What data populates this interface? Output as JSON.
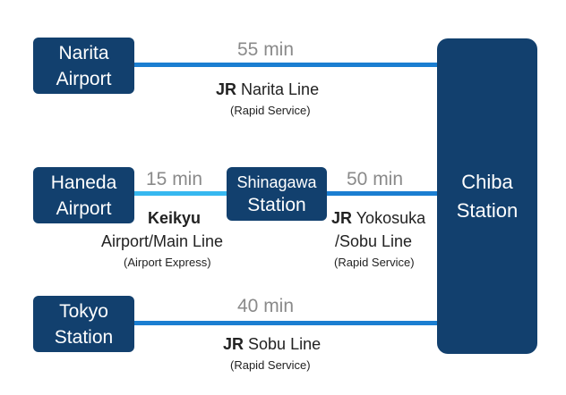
{
  "stations": {
    "narita": {
      "line1": "Narita",
      "line2": "Airport"
    },
    "haneda": {
      "line1": "Haneda",
      "line2": "Airport"
    },
    "tokyo": {
      "line1": "Tokyo",
      "line2": "Station"
    },
    "shinagawa": {
      "line1": "Shinagawa",
      "line2": "Station"
    },
    "chiba": {
      "line1": "Chiba",
      "line2": "Station"
    }
  },
  "routes": {
    "narita": {
      "time": "55 min",
      "company": "JR",
      "line": "Narita Line",
      "service": "(Rapid Service)"
    },
    "keikyu": {
      "time": "15 min",
      "company": "Keikyu",
      "line": "Airport/Main Line",
      "service": "(Airport Express)"
    },
    "yokosuka": {
      "time": "50 min",
      "company": "JR",
      "line_a": "Yokosuka",
      "line_b": "/Sobu Line",
      "service": "(Rapid Service)"
    },
    "sobu": {
      "time": "40 min",
      "company": "JR",
      "line": "Sobu Line",
      "service": "(Rapid Service)"
    }
  },
  "colors": {
    "box": "#12406e",
    "jr_line": "#1b7ed1",
    "keikyu_line": "#37b8f0",
    "time_text": "#8a8a8a"
  }
}
